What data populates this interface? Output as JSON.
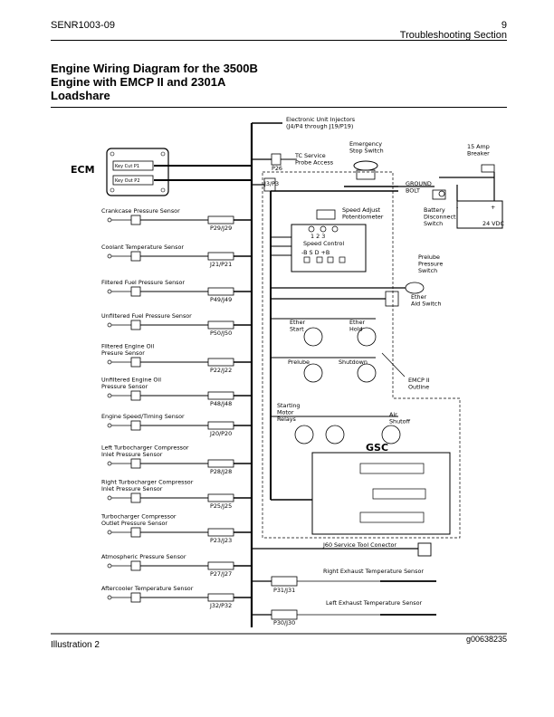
{
  "header": {
    "doc_id": "SENR1003-09",
    "page_number": "9",
    "section": "Troubleshooting Section"
  },
  "title": "Engine Wiring Diagram for the 3500B\nEngine with EMCP II and 2301A\nLoadshare",
  "footer": {
    "illustration": "Illustration 2",
    "image_id": "g00638235"
  },
  "diagram": {
    "ecm_label": "ECM",
    "ecm_connector_1": "Key Cut  P1",
    "ecm_connector_2": "Key Out  P2",
    "sensors": [
      {
        "name": "Crankcase Pressure Sensor",
        "connector": "P29/J29"
      },
      {
        "name": "Coolant Temperature Sensor",
        "connector": "J21/P21"
      },
      {
        "name": "Filtered Fuel Pressure Sensor",
        "connector": "P49/J49"
      },
      {
        "name": "Unfiltered Fuel Pressure Sensor",
        "connector": "P50/J50"
      },
      {
        "name": "Filtered Engine Oil\nPresure Sensor",
        "connector": "P22/J22"
      },
      {
        "name": "Unfiltered Engine Oil\nPressure Sensor",
        "connector": "P48/J48"
      },
      {
        "name": "Engine Speed/Timing Sensor",
        "connector": "J20/P20"
      },
      {
        "name": "Left Turbocharger Compressor\nInlet Pressure Sensor",
        "connector": "P28/J28"
      },
      {
        "name": "Right Turbocharger Compressor\nInlet Pressure Sensor",
        "connector": "P25/J25"
      },
      {
        "name": "Turbocharger Compressor\nOutlet Pressure Sensor",
        "connector": "P23/J23"
      },
      {
        "name": "Atmospheric Pressure Sensor",
        "connector": "P27/J27"
      },
      {
        "name": "Aftercooler Temperature Sensor",
        "connector": "J32/P32"
      }
    ],
    "electronic_unit_injectors": "Electronic Unit Injectors\n(J4/P4 through J19/P19)",
    "tc_service": "TC Service\nProbe Access",
    "p26": "P26",
    "j3p3": "J3/P3",
    "emergency_stop": "Emergency\nStop Switch",
    "breaker": "15 Amp\nBreaker",
    "ground_bolt": "GROUND\nBOLT",
    "battery_disconnect": "Battery\nDisconnect\nSwitch",
    "battery_voltage": "24 VDC",
    "battery_minus": "-",
    "battery_plus": "+",
    "speed_adjust": "Speed Adjust\nPotentiometer",
    "speed_control": "Speed Control",
    "speed_control_terminals": "1   2   3",
    "speed_control_terminals_2": "-B  S   D  +B",
    "prelube_pressure": "Prelube\nPressure\nSwitch",
    "ether_aid": "Ether\nAid Switch",
    "ether_start": "Ether\nStart",
    "ether_hold": "Ether\nHold",
    "prelube": "Prelube",
    "shutdown": "Shutdown",
    "emcp_outline": "EMCP II\nOutline",
    "starting_motor": "Starting\nMotor\nRelays",
    "air_shutoff": "Air\nShutoff",
    "gsc": "GSC",
    "service_tool": "J60 Service Tool Conector",
    "right_exhaust": "Right Exhaust Temperature Sensor",
    "left_exhaust": "Left Exhaust Temperature Sensor",
    "p31j31": "P31/J31",
    "p30j30": "P30/J30"
  }
}
